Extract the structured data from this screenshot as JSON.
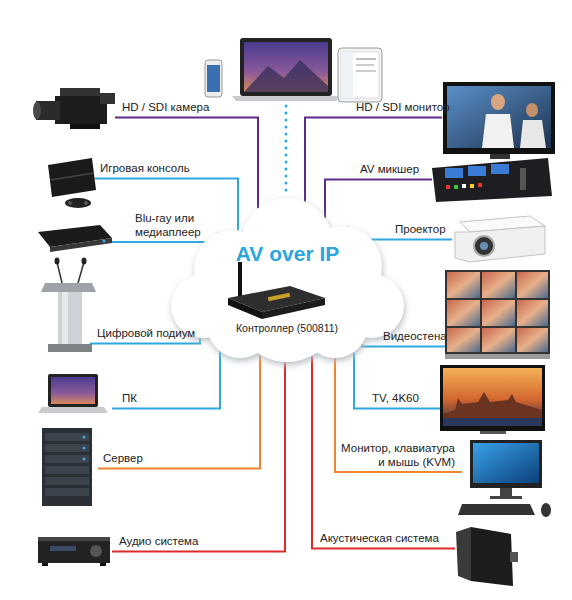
{
  "diagram": {
    "nodes": [
      {
        "text": [
          "AV over IP"
        ]
      },
      {
        "text": [
          "Контроллер (500811)"
        ],
        "in": 0
      },
      {
        "text": [
          "HD / SDI камера"
        ]
      },
      {
        "text": [
          "Игровая консоль"
        ]
      },
      {
        "text": [
          "Blu-ray или медиаплеер"
        ]
      },
      {
        "text": [
          "Цифровой подиум"
        ]
      },
      {
        "text": [
          "ПК"
        ]
      },
      {
        "text": [
          "Сервер"
        ]
      },
      {
        "text": [
          "Аудио система"
        ]
      },
      {
        "text": [
          "HD / SDI монитор"
        ]
      },
      {
        "text": [
          "AV микшер"
        ]
      },
      {
        "text": [
          "Проектор"
        ]
      },
      {
        "text": [
          "Видеостена"
        ]
      },
      {
        "text": [
          "TV, 4K60"
        ]
      },
      {
        "text": [
          "Монитор, клавиатура и мышь (KVM)"
        ]
      },
      {
        "text": [
          "Акустическая система"
        ]
      }
    ],
    "edges": [
      {
        "from": 2,
        "to": 0,
        "arrow": "none"
      },
      {
        "from": 3,
        "to": 0,
        "arrow": "none"
      },
      {
        "from": 4,
        "to": 0,
        "arrow": "none"
      },
      {
        "from": 5,
        "to": 0,
        "arrow": "none"
      },
      {
        "from": 6,
        "to": 0,
        "arrow": "none"
      },
      {
        "from": 7,
        "to": 0,
        "arrow": "none"
      },
      {
        "from": 8,
        "to": 0,
        "arrow": "none"
      },
      {
        "from": 9,
        "to": 0,
        "arrow": "none"
      },
      {
        "from": 10,
        "to": 0,
        "arrow": "none"
      },
      {
        "from": 11,
        "to": 0,
        "arrow": "none"
      },
      {
        "from": 12,
        "to": 0,
        "arrow": "none"
      },
      {
        "from": 13,
        "to": 0,
        "arrow": "none"
      },
      {
        "from": 14,
        "to": 0,
        "arrow": "none"
      },
      {
        "from": 15,
        "to": 0,
        "arrow": "none"
      }
    ]
  }
}
